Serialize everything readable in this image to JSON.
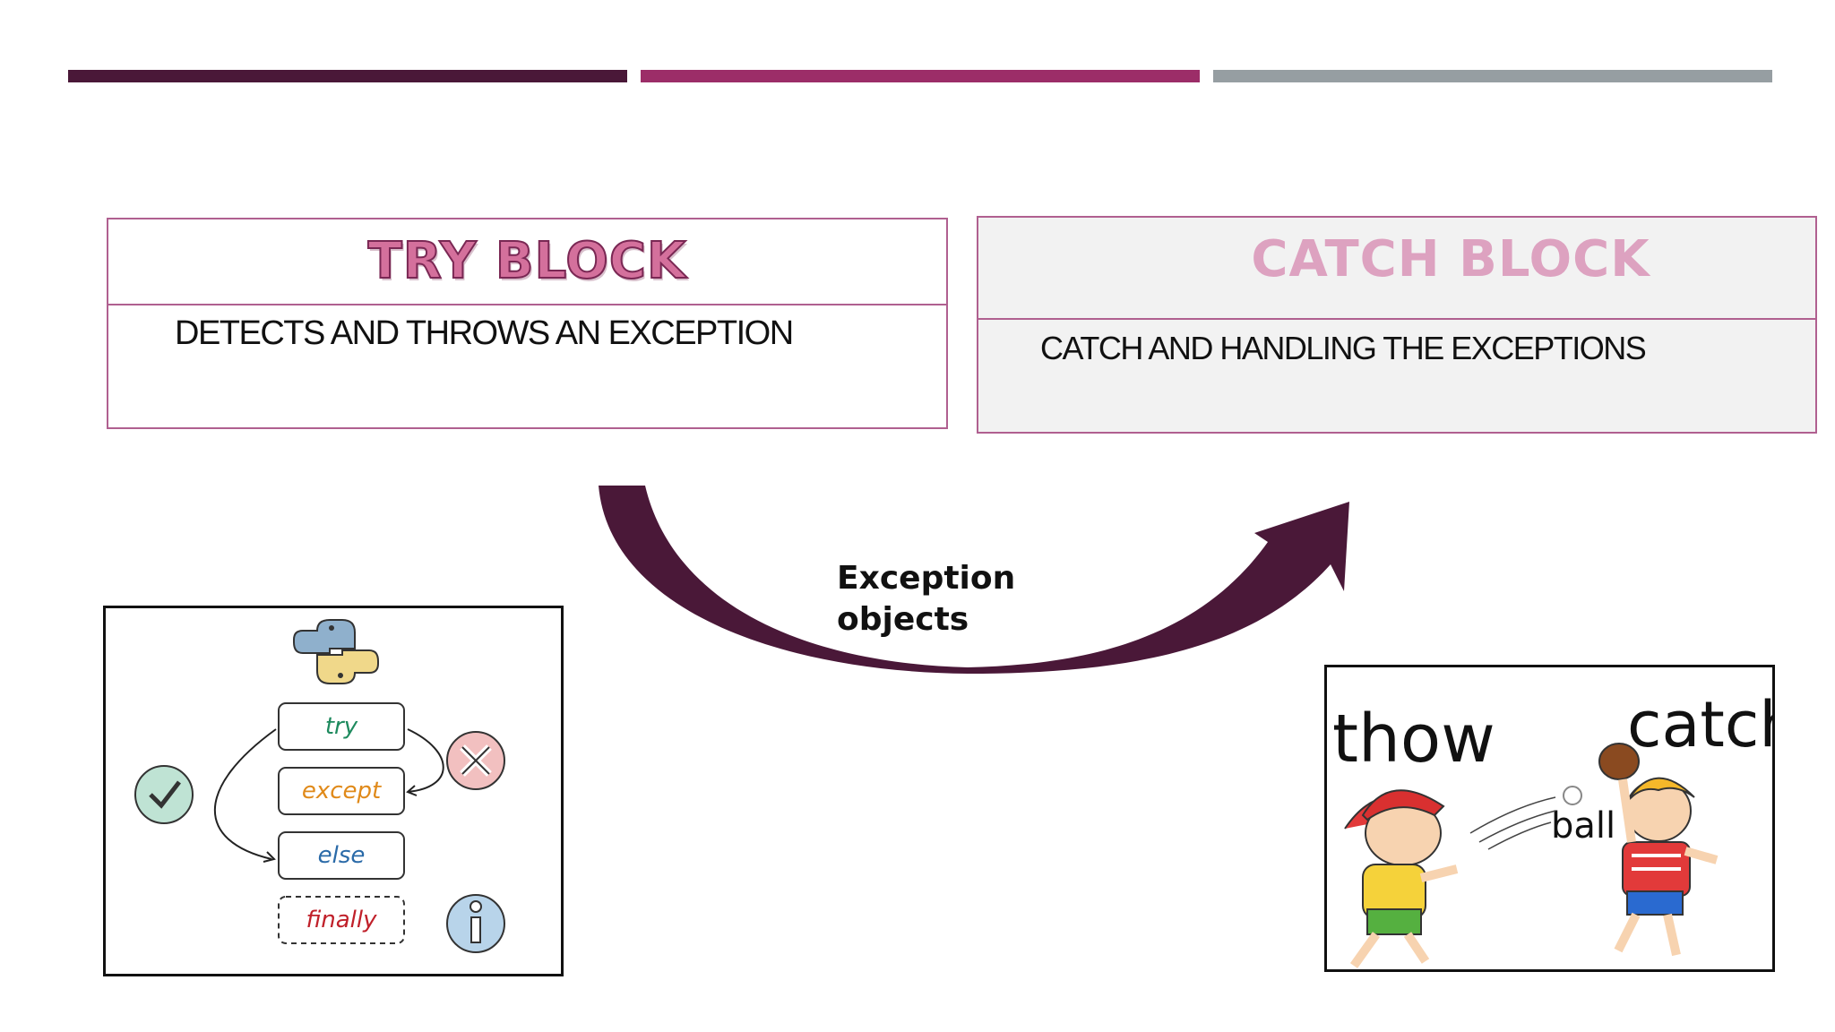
{
  "try_block": {
    "title": "TRY BLOCK",
    "description": "DETECTS AND THROWS AN EXCEPTION"
  },
  "catch_block": {
    "title": "CATCH BLOCK",
    "description": "CATCH AND HANDLING THE EXCEPTIONS"
  },
  "arrow_label": {
    "line1": "Exception",
    "line2": "objects"
  },
  "python_flow": {
    "steps": [
      "try",
      "except",
      "else",
      "finally"
    ],
    "icons": [
      "python-logo-icon",
      "check-icon",
      "x-icon",
      "info-icon"
    ]
  },
  "kids_illustration": {
    "throw_label": "thow",
    "catch_label": "catch",
    "ball_label": "ball"
  },
  "colors": {
    "bar1": "#4a1838",
    "bar2": "#9c2d68",
    "bar3": "#969ea2",
    "arrow": "#4a1838",
    "box_border": "#b06090",
    "try_title": "#d4709c",
    "catch_title": "#dda2c0"
  }
}
